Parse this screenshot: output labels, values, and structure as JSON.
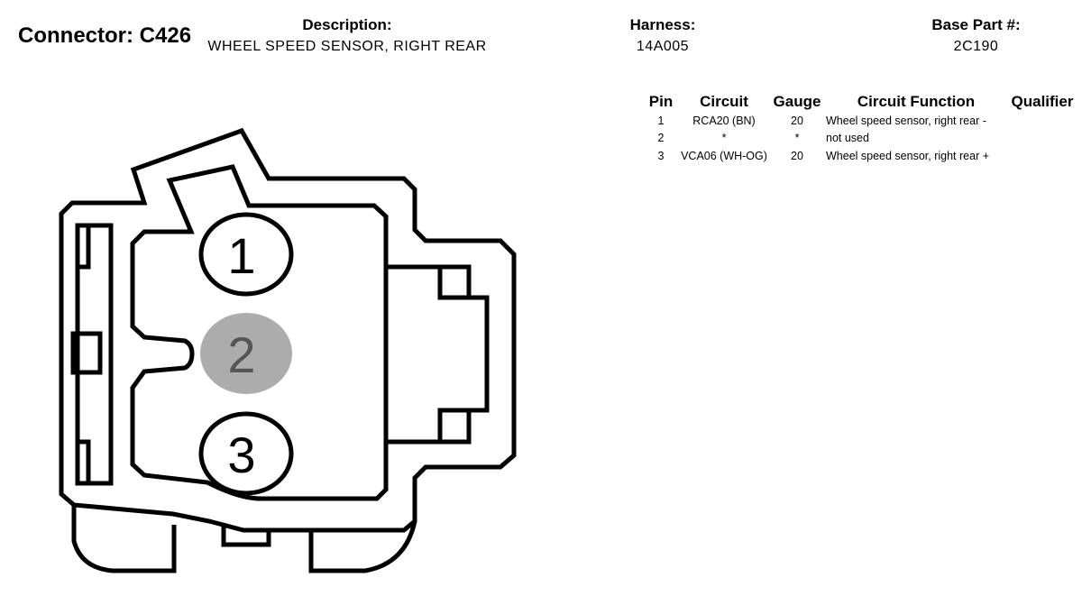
{
  "connector": {
    "label": "Connector: C426"
  },
  "description": {
    "label": "Description:",
    "value": "WHEEL SPEED SENSOR, RIGHT REAR"
  },
  "harness": {
    "label": "Harness:",
    "value": "14A005"
  },
  "base_part": {
    "label": "Base Part #:",
    "value": "2C190"
  },
  "pin_table": {
    "headers": {
      "pin": "Pin",
      "circuit": "Circuit",
      "gauge": "Gauge",
      "function": "Circuit Function",
      "qualifier": "Qualifier"
    },
    "rows": [
      {
        "pin": "1",
        "circuit": "RCA20 (BN)",
        "gauge": "20",
        "function": "Wheel speed sensor, right rear -",
        "qualifier": ""
      },
      {
        "pin": "2",
        "circuit": "*",
        "gauge": "*",
        "function": "not used",
        "qualifier": ""
      },
      {
        "pin": "3",
        "circuit": "VCA06 (WH-OG)",
        "gauge": "20",
        "function": "Wheel speed sensor, right rear +",
        "qualifier": ""
      }
    ]
  },
  "diagram": {
    "pins": [
      {
        "label": "1",
        "used": true
      },
      {
        "label": "2",
        "used": false
      },
      {
        "label": "3",
        "used": true
      }
    ],
    "unused_pin_color": "#acacac",
    "outline_color": "#000000"
  }
}
